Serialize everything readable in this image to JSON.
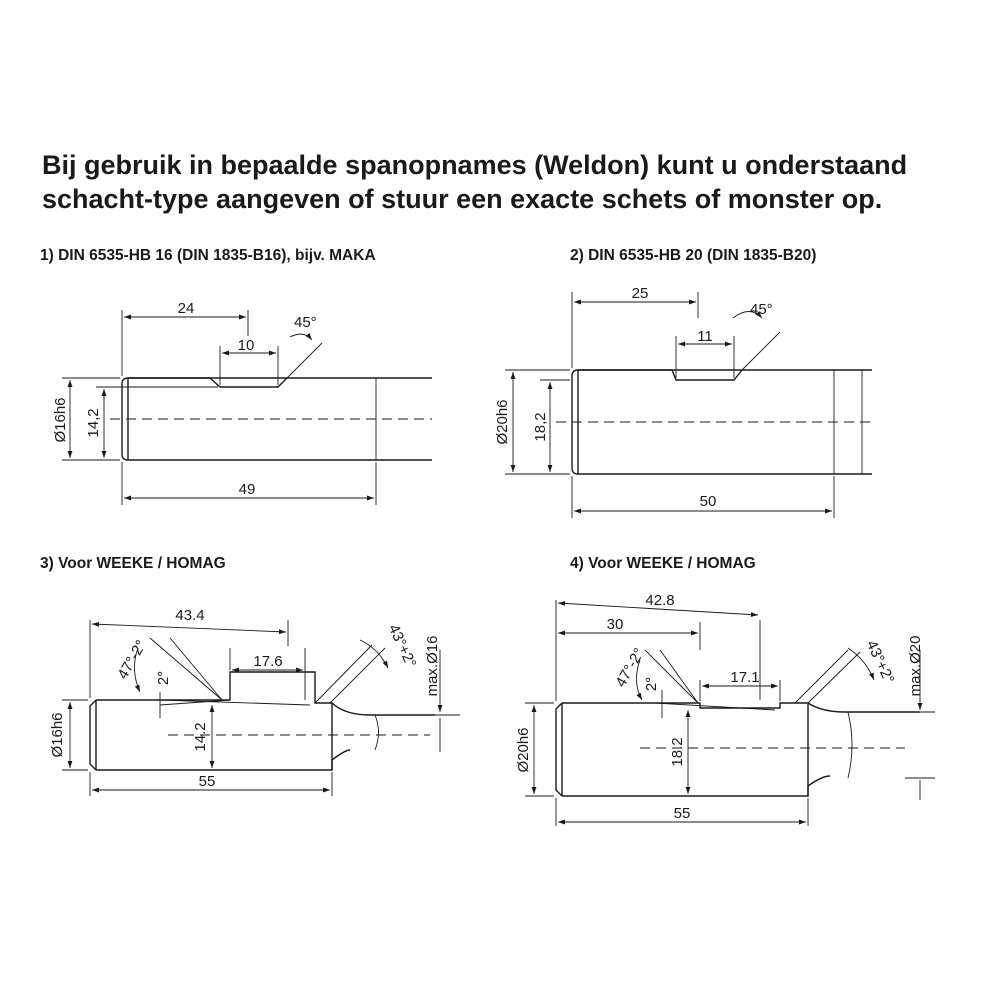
{
  "heading": {
    "line1": "Bij gebruik in bepaalde spanopnames (Weldon) kunt u onderstaand",
    "line2": "schacht-type aangeven of stuur een exacte schets of monster op."
  },
  "diagram1": {
    "caption": "1) DIN 6535-HB 16 (DIN 1835-B16), bijv. MAKA",
    "dim_flat_pos": "24",
    "dim_flat_len": "10",
    "dim_angle": "45°",
    "dim_diameter": "Ø16h6",
    "dim_flat_depth": "14,2",
    "dim_length": "49"
  },
  "diagram2": {
    "caption": "2) DIN 6535-HB 20 (DIN 1835-B20)",
    "dim_flat_pos": "25",
    "dim_flat_len": "11",
    "dim_angle": "45°",
    "dim_diameter": "Ø20h6",
    "dim_flat_depth": "18,2",
    "dim_length": "50"
  },
  "diagram3": {
    "caption": "3) Voor WEEKE / HOMAG",
    "dim_flat_pos": "43.4",
    "dim_flat_len": "17.6",
    "dim_angle_left": "47°-2°",
    "dim_small_angle": "2°",
    "dim_angle_right": "43°+2°",
    "dim_max": "max.Ø16",
    "dim_diameter": "Ø16h6",
    "dim_flat_depth": "14.2",
    "dim_length": "55"
  },
  "diagram4": {
    "caption": "4) Voor WEEKE / HOMAG",
    "dim_flat_pos": "42.8",
    "dim_flat_start": "30",
    "dim_flat_len": "17.1",
    "dim_angle_left": "47°-2°",
    "dim_small_angle": "2°",
    "dim_angle_right": "43°+2°",
    "dim_max": "max.Ø20",
    "dim_diameter": "Ø20h6",
    "dim_flat_depth": "18.2",
    "dim_length": "55"
  }
}
